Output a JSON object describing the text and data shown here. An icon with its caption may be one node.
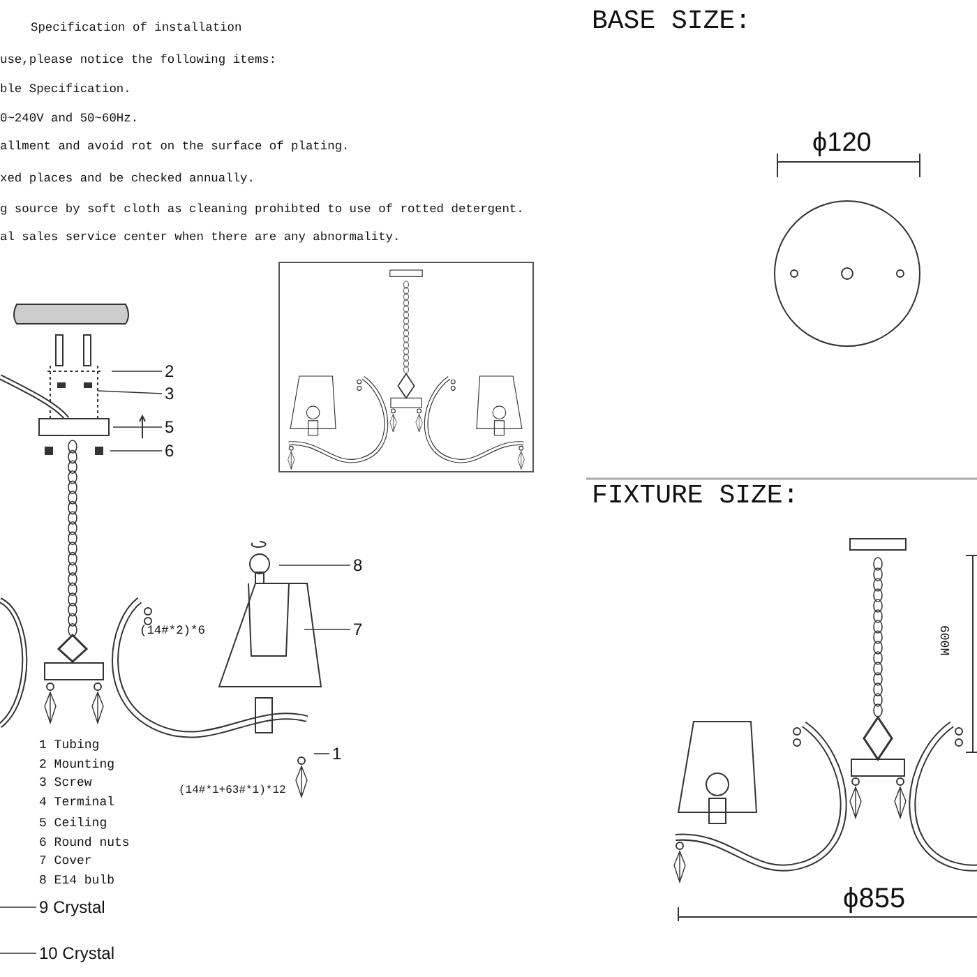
{
  "diagram": {
    "nodes": [
      {
        "text": [
          "2"
        ]
      },
      {
        "text": [
          "3"
        ]
      },
      {
        "text": [
          "5"
        ]
      },
      {
        "text": [
          "6"
        ]
      },
      {
        "text": [
          "8"
        ]
      },
      {
        "text": [
          "7"
        ]
      },
      {
        "text": [
          "1"
        ]
      },
      {
        "text": [
          "9 Crystal"
        ]
      },
      {
        "text": [
          "10 Crystal"
        ]
      }
    ],
    "edges": [
      {
        "from": 0,
        "to": null,
        "arrow": "none"
      },
      {
        "from": 1,
        "to": null,
        "arrow": "none"
      },
      {
        "from": 2,
        "to": null,
        "arrow": "none"
      },
      {
        "from": 3,
        "to": null,
        "arrow": "none"
      },
      {
        "from": 4,
        "to": null,
        "arrow": "none"
      },
      {
        "from": 5,
        "to": null,
        "arrow": "none"
      },
      {
        "from": 6,
        "to": null,
        "arrow": "none"
      },
      {
        "from": 7,
        "to": null,
        "arrow": "none"
      },
      {
        "from": 8,
        "to": null,
        "arrow": "none"
      }
    ],
    "labels": [
      "Specification of installation",
      "use,please notice the following items:",
      "ble Specification.",
      "0~240V and 50~60Hz.",
      "allment and avoid rot on the surface of plating.",
      "xed places and be checked annually.",
      "g source by soft cloth as cleaning prohibted to use of rotted detergent.",
      "al sales service center when there are any abnormality.",
      "BASE SIZE:",
      "ϕ120",
      "FIXTURE SIZE:",
      "600M",
      "(14#*2)*6",
      "1 Tubing",
      "2 Mounting",
      "3 Screw",
      "4 Terminal",
      "5 Ceiling",
      "6 Round nuts",
      "7 Cover",
      "8 E14 bulb",
      "(14#*1+63#*1)*12",
      "ϕ855"
    ]
  }
}
